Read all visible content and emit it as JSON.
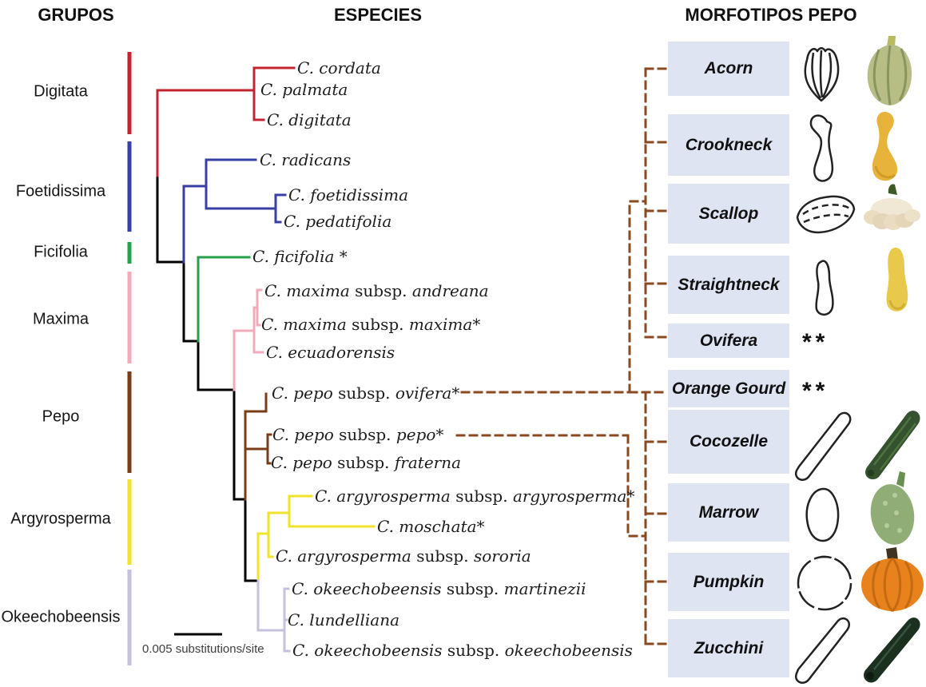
{
  "headers": {
    "grupos": "GRUPOS",
    "especies": "ESPECIES",
    "morfotipos": "MORFOTIPOS PEPO"
  },
  "groups": [
    {
      "label": "Digitata",
      "color": "#c42430"
    },
    {
      "label": "Foetidissima",
      "color": "#3a3fa6"
    },
    {
      "label": "Ficifolia",
      "color": "#27a149"
    },
    {
      "label": "Maxima",
      "color": "#f3abbc"
    },
    {
      "label": "Pepo",
      "color": "#7a3c14"
    },
    {
      "label": "Argyrosperma",
      "color": "#f0e32a"
    },
    {
      "label": "Okeechobeensis",
      "color": "#c7c1de"
    }
  ],
  "species": [
    {
      "prefix": "C. cordata",
      "mid": "",
      "suffix": ""
    },
    {
      "prefix": "C. palmata",
      "mid": "",
      "suffix": ""
    },
    {
      "prefix": "C. digitata",
      "mid": "",
      "suffix": ""
    },
    {
      "prefix": "C. radicans",
      "mid": "",
      "suffix": ""
    },
    {
      "prefix": "C. foetidissima",
      "mid": "",
      "suffix": ""
    },
    {
      "prefix": "C. pedatifolia",
      "mid": "",
      "suffix": ""
    },
    {
      "prefix": "C. ficifolia *",
      "mid": "",
      "suffix": ""
    },
    {
      "prefix": "C. maxima",
      "mid": " subsp. ",
      "suffix": "andreana"
    },
    {
      "prefix": "C. maxima",
      "mid": " subsp. ",
      "suffix": "maxima*"
    },
    {
      "prefix": "C. ecuadorensis",
      "mid": "",
      "suffix": ""
    },
    {
      "prefix": "C. pepo",
      "mid": " subsp. ",
      "suffix": "ovifera*"
    },
    {
      "prefix": "C. pepo",
      "mid": " subsp. ",
      "suffix": "pepo*"
    },
    {
      "prefix": "C. pepo",
      "mid": " subsp. ",
      "suffix": "fraterna"
    },
    {
      "prefix": "C. argyrosperma",
      "mid": " subsp. ",
      "suffix": "argyrosperma*"
    },
    {
      "prefix": "C. moschata*",
      "mid": "",
      "suffix": ""
    },
    {
      "prefix": "C. argyrosperma",
      "mid": " subsp. ",
      "suffix": "sororia"
    },
    {
      "prefix": "C. okeechobeensis",
      "mid": " subsp. ",
      "suffix": "martinezii"
    },
    {
      "prefix": "C. lundelliana",
      "mid": "",
      "suffix": ""
    },
    {
      "prefix": "C. okeechobeensis",
      "mid": " subsp. ",
      "suffix": "okeechobeensis"
    }
  ],
  "morphotypes": [
    {
      "label": "Acorn",
      "symbol": ""
    },
    {
      "label": "Crookneck",
      "symbol": ""
    },
    {
      "label": "Scallop",
      "symbol": ""
    },
    {
      "label": "Straightneck",
      "symbol": ""
    },
    {
      "label": "Ovifera",
      "symbol": "**"
    },
    {
      "label": "Orange Gourd",
      "symbol": "**"
    },
    {
      "label": "Cocozelle",
      "symbol": ""
    },
    {
      "label": "Marrow",
      "symbol": ""
    },
    {
      "label": "Pumpkin",
      "symbol": ""
    },
    {
      "label": "Zucchini",
      "symbol": ""
    }
  ],
  "connections": {
    "C. pepo subsp. ovifera*": [
      "Acorn",
      "Crookneck",
      "Scallop",
      "Straightneck",
      "Ovifera",
      "Orange Gourd"
    ],
    "C. pepo subsp. pepo*": [
      "Cocozelle",
      "Marrow",
      "Pumpkin",
      "Zucchini"
    ]
  },
  "scale_bar": {
    "label": "0.005 substitutions/site"
  },
  "colors": {
    "digitata": "#c42430",
    "foetidissima": "#3a3fa6",
    "ficifolia": "#27a149",
    "maxima": "#f3abbc",
    "pepo": "#7a3c14",
    "argyrosperma": "#f0e32a",
    "okeechobeensis": "#c7c1de",
    "connector": "#8a4a21",
    "morph_box": "#dee4f2",
    "trunk": "#000000"
  }
}
